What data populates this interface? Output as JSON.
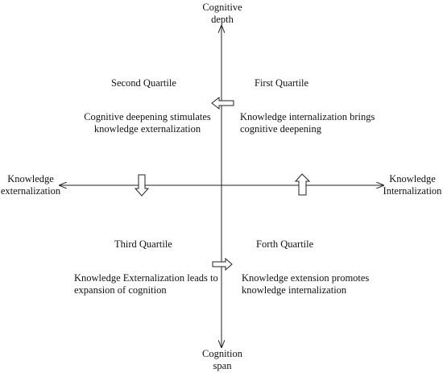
{
  "axes": {
    "top_label": [
      "Cognitive",
      "depth"
    ],
    "bottom_label": [
      "Cognition",
      "span"
    ],
    "left_label": [
      "Knowledge",
      "externalization"
    ],
    "right_label": [
      "Knowledge",
      "Internalization"
    ]
  },
  "quadrants": {
    "second": {
      "title": "Second Quartile",
      "text": [
        "Cognitive deepening stimulates",
        "knowledge externalization"
      ]
    },
    "first": {
      "title": "First Quartile",
      "text": [
        "Knowledge internalization brings",
        "cognitive deepening"
      ]
    },
    "third": {
      "title": "Third Quartile",
      "text": [
        "Knowledge Externalization leads to",
        "expansion of cognition"
      ]
    },
    "fourth": {
      "title": "Forth Quartile",
      "text": [
        "Knowledge extension promotes",
        "knowledge internalization"
      ]
    }
  },
  "colors": {
    "line": "#222222",
    "arrow_fill": "#ffffff"
  },
  "transition_arrows": [
    "arrow-left",
    "arrow-down",
    "arrow-up",
    "arrow-right"
  ]
}
